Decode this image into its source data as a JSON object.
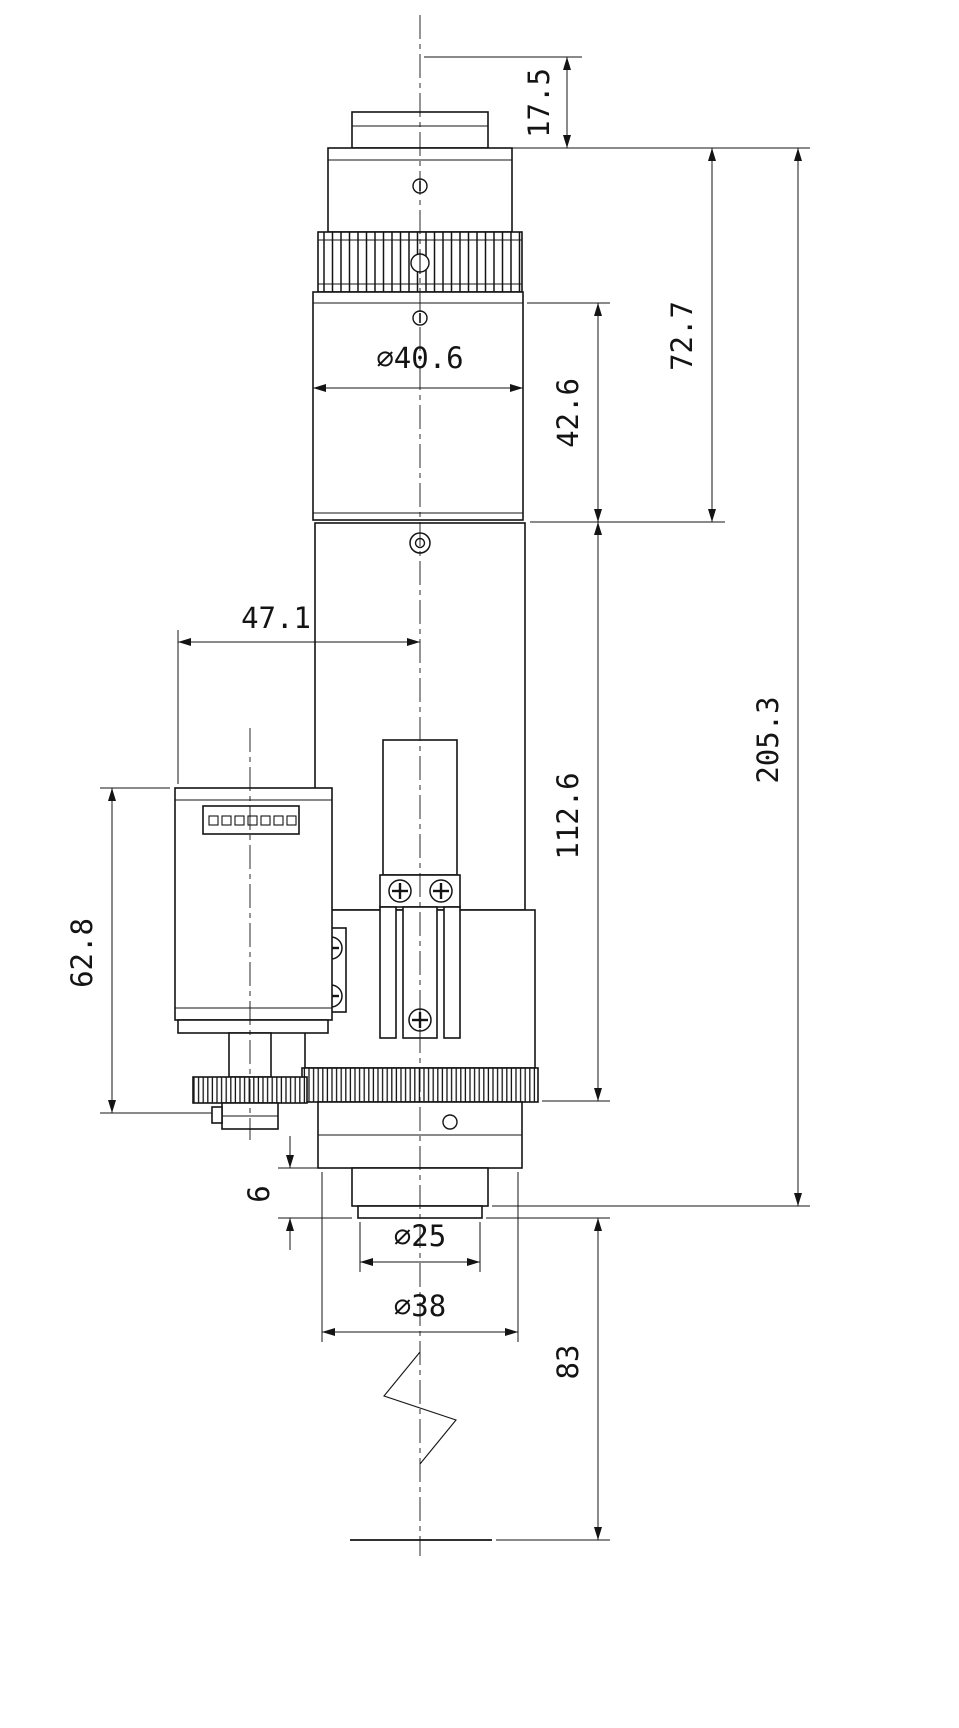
{
  "page": {
    "background": "#ffffff",
    "ink": "#141414"
  },
  "drawing": {
    "type": "technical-dimension-drawing",
    "dimensions": {
      "flange_to_image": "17.5",
      "head_section": "72.7",
      "zoom_section": "42.6",
      "body_diameter": "∅40.6",
      "motor_axis_offset": "47.1",
      "overall_length": "205.3",
      "tube_section": "112.6",
      "motor_height": "62.8",
      "nose_step": "6",
      "nose_diameter": "∅25",
      "barrel_diameter": "∅38",
      "working_distance": "83"
    }
  }
}
